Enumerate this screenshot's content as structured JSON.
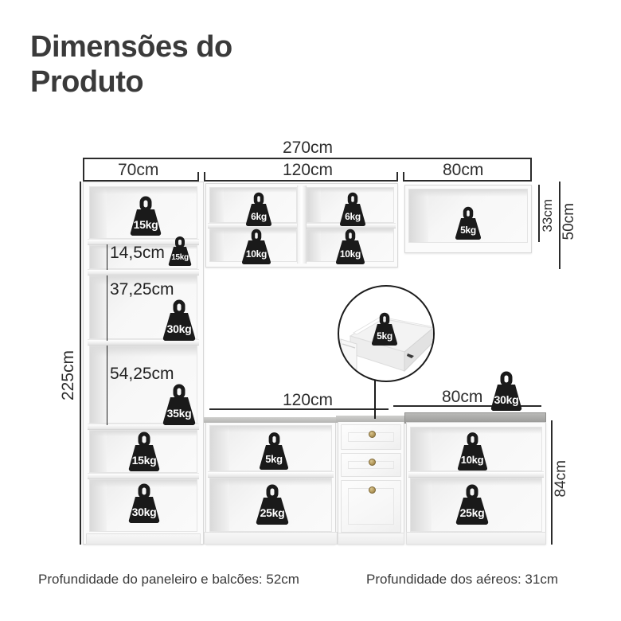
{
  "title": "Dimensões do Produto",
  "dimensions": {
    "total_width": "270cm",
    "left_width": "70cm",
    "center_width": "120cm",
    "right_width": "80cm",
    "total_height": "225cm",
    "upper_inner_height": "33cm",
    "upper_outer_height": "50cm",
    "base_height": "84cm",
    "shelf_a": "14,5cm",
    "shelf_b": "37,25cm",
    "shelf_c": "54,25cm",
    "lower_center_width": "120cm",
    "lower_right_width": "80cm"
  },
  "weights": {
    "tall_top": "15kg",
    "tall_shelf_small": "15kg",
    "tall_mid": "30kg",
    "tall_low": "35kg",
    "upper_c_tl": "6kg",
    "upper_c_tr": "6kg",
    "upper_c_bl": "10kg",
    "upper_c_br": "10kg",
    "upper_right": "5kg",
    "drawer_callout": "5kg",
    "counter_right": "30kg",
    "base_left_top": "15kg",
    "base_left_bottom": "30kg",
    "base_center_top": "5kg",
    "base_center_bottom": "25kg",
    "base_right_top": "10kg",
    "base_right_bottom": "25kg"
  },
  "captions": {
    "depth_base": "Profundidade do paneleiro e balcões: 52cm",
    "depth_upper": "Profundidade dos aéreos: 31cm"
  },
  "colors": {
    "title": "#3a3a3a",
    "line": "#2b2b2b",
    "badge": "#1a1a1a",
    "countertop": "#a9a9a7",
    "knob": "#b59a5c"
  }
}
